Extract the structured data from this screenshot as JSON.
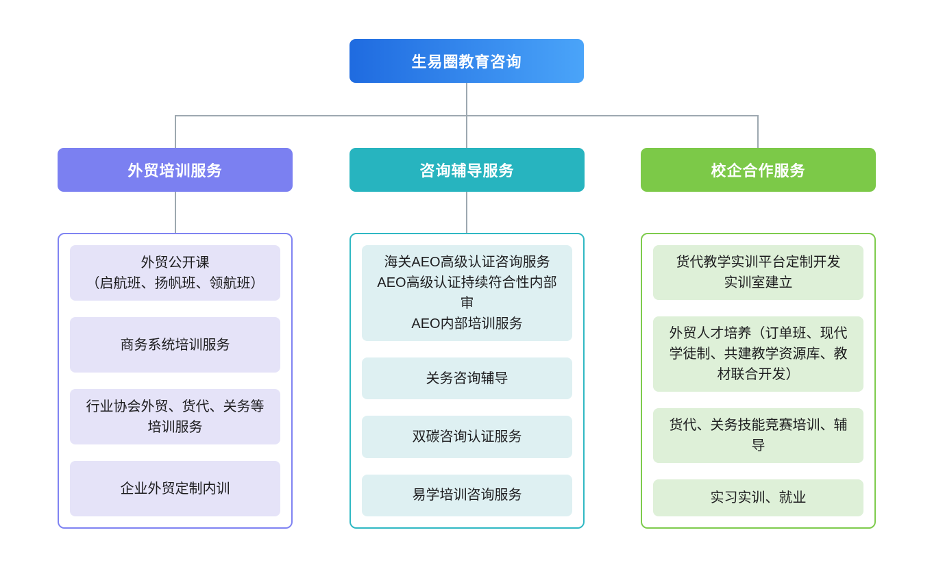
{
  "page": {
    "background": "#ffffff",
    "connector_color": "#9da8b0"
  },
  "root": {
    "label": "生易圈教育咨询",
    "gradient_start": "#1f6be0",
    "gradient_end": "#4aa4f9",
    "text_color": "#ffffff"
  },
  "branches": [
    {
      "label": "外贸培训服务",
      "header_color": "#7b80f1",
      "container_border_color": "#7f83f2",
      "item_bg": "#e5e3f8",
      "items": [
        "外贸公开课\n（启航班、扬帆班、领航班）",
        "商务系统培训服务",
        "行业协会外贸、货代、关务等培训服务",
        "企业外贸定制内训"
      ]
    },
    {
      "label": "咨询辅导服务",
      "header_color": "#27b4bf",
      "container_border_color": "#2fb8c3",
      "item_bg": "#def0f2",
      "items": [
        "海关AEO高级认证咨询服务\nAEO高级认证持续符合性内部审\nAEO内部培训服务",
        "关务咨询辅导",
        "双碳咨询认证服务",
        "易学培训咨询服务"
      ]
    },
    {
      "label": "校企合作服务",
      "header_color": "#7cc948",
      "container_border_color": "#7ecb4c",
      "item_bg": "#def0d8",
      "items": [
        "货代教学实训平台定制开发\n实训室建立",
        "外贸人才培养（订单班、现代学徒制、共建教学资源库、教材联合开发）",
        "货代、关务技能竞赛培训、辅导",
        "实习实训、就业"
      ]
    }
  ]
}
